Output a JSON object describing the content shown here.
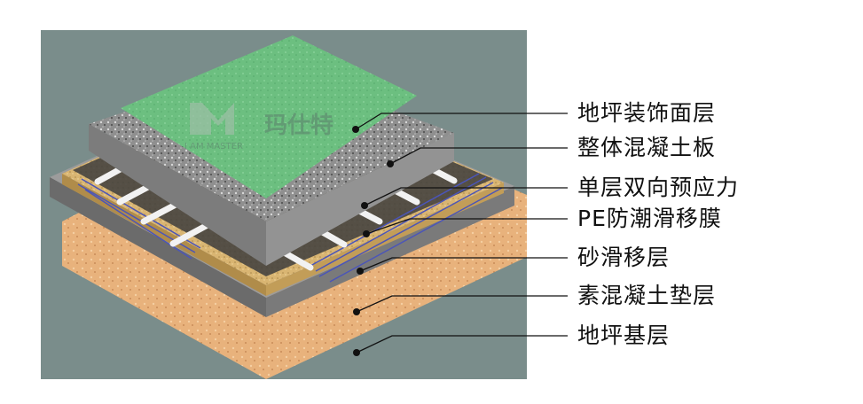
{
  "watermark": {
    "brand_cn": "玛仕特",
    "brand_en": "I AM MASTER"
  },
  "layers": [
    {
      "label": "地坪装饰面层",
      "color": "#6fbf82"
    },
    {
      "label": "整体混凝土板",
      "color": "#8c8c8c"
    },
    {
      "label": "单层双向预应力",
      "color": "#4b55b8"
    },
    {
      "label": "PE防潮滑移膜",
      "color": "#3a3a3a"
    },
    {
      "label": "砂滑移层",
      "color": "#d6b06a"
    },
    {
      "label": "素混凝土垫层",
      "color": "#9a9a9a"
    },
    {
      "label": "地坪基层",
      "color": "#e6b07a"
    }
  ],
  "colors": {
    "backdrop": "#7a8d8b",
    "leader_line": "#111111",
    "marker_dot": "#111111"
  }
}
